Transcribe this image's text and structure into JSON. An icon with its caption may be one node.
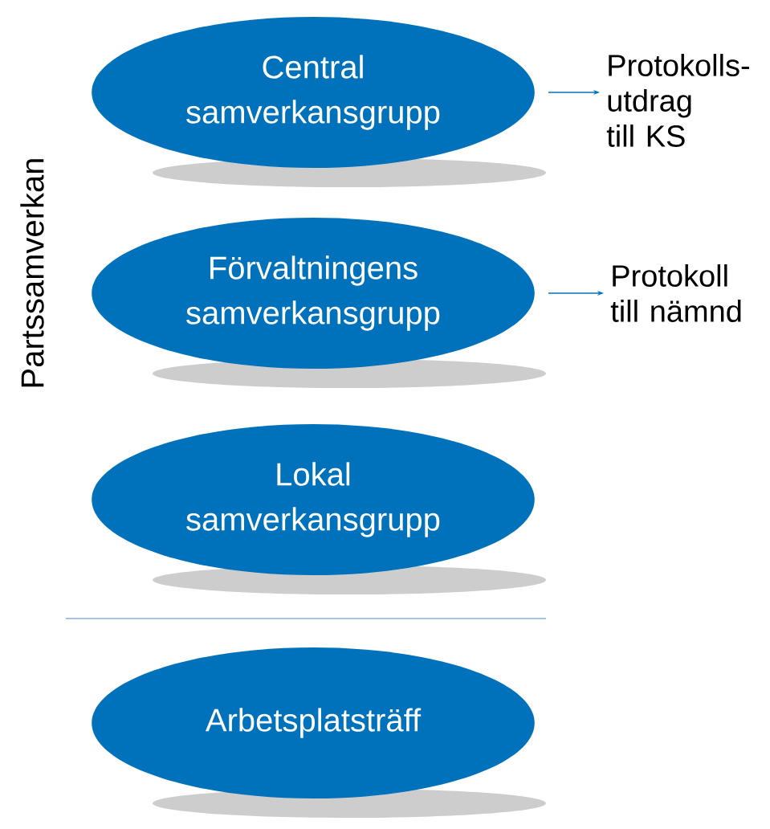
{
  "diagram": {
    "nodes": [
      {
        "text": [
          "Central samverkansgrupp"
        ]
      },
      {
        "text": [
          "Protokolls- utdrag till KS"
        ]
      },
      {
        "text": [
          "Förvaltningens samverkansgrupp"
        ]
      },
      {
        "text": [
          "Protokoll till nämnd"
        ]
      },
      {
        "text": [
          "Lokal samverkansgrupp"
        ]
      },
      {
        "text": [
          "Arbetsplatsträff"
        ]
      }
    ],
    "edges": [
      {
        "from": 0,
        "to": 1,
        "arrow": "to"
      },
      {
        "from": 2,
        "to": 3,
        "arrow": "to"
      }
    ],
    "labels": [
      "Partssamverkan"
    ]
  }
}
